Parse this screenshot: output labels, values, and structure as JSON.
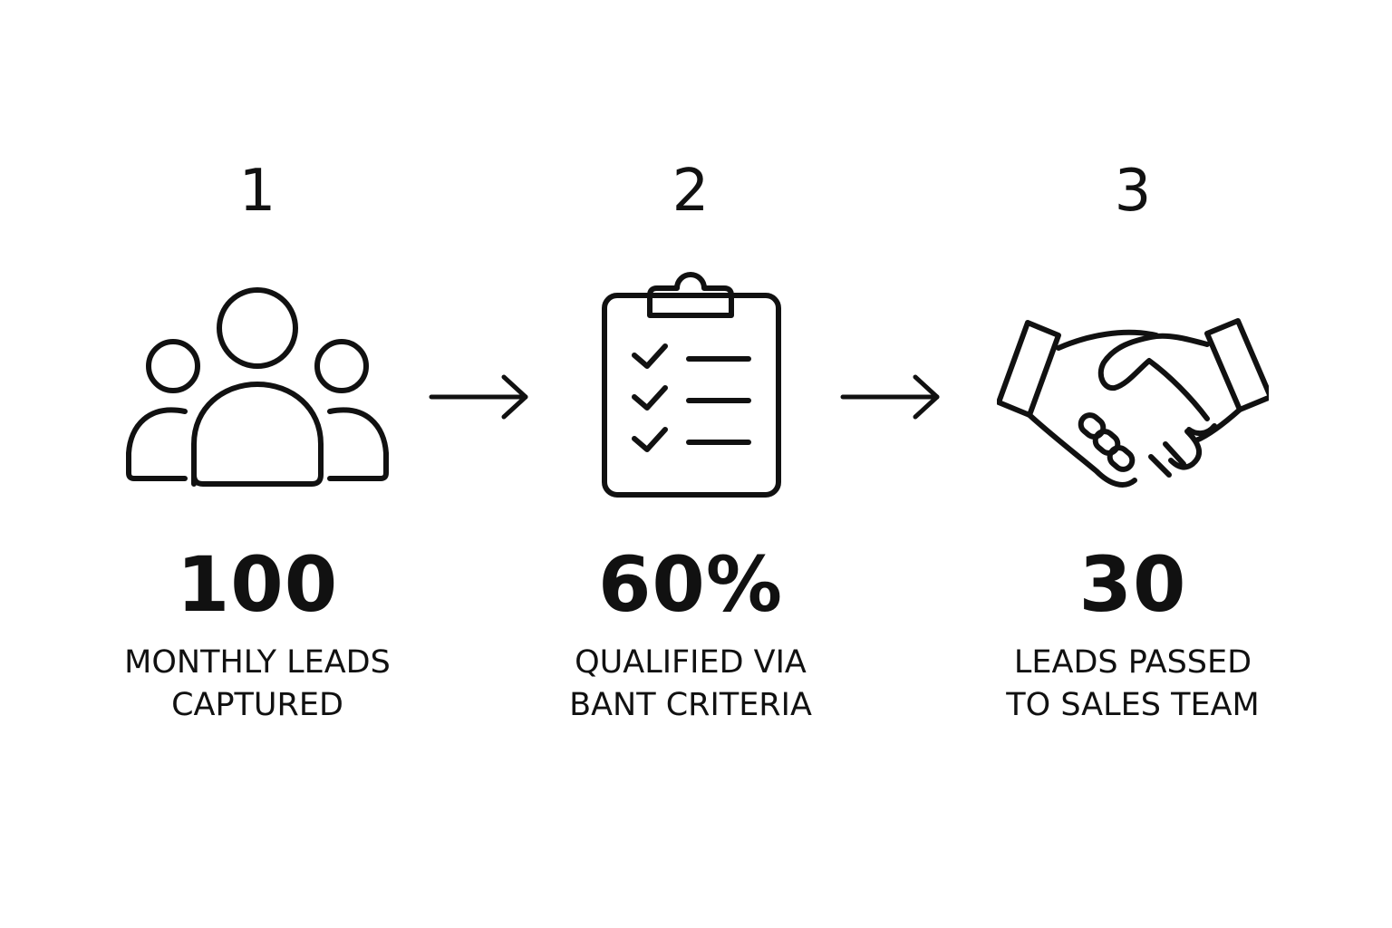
{
  "steps": [
    {
      "number": "1",
      "value": "100",
      "label": "MONTHLY LEADS\nCAPTURED",
      "icon": "people-group-icon"
    },
    {
      "number": "2",
      "value": "60%",
      "label": "QUALIFIED VIA\nBANT CRITERIA",
      "icon": "clipboard-checklist-icon"
    },
    {
      "number": "3",
      "value": "30",
      "label": "LEADS PASSED\nTO SALES TEAM",
      "icon": "handshake-icon"
    }
  ],
  "colors": {
    "ink": "#111111",
    "background": "#ffffff"
  }
}
